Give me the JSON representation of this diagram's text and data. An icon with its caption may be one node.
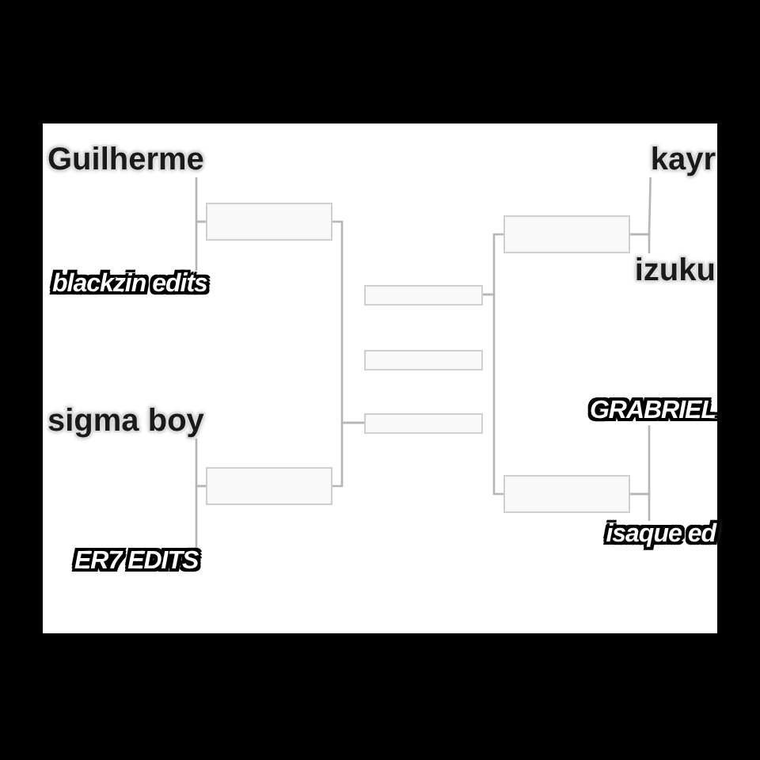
{
  "diagram": {
    "nodes": [
      {
        "text": [
          "Guilherme"
        ]
      },
      {
        "text": [
          "blackzin edits"
        ]
      },
      {
        "text": [
          "sigma boy"
        ]
      },
      {
        "text": [
          "ER7 EDITS"
        ]
      },
      {
        "text": [
          "kayr"
        ]
      },
      {
        "text": [
          "izuku"
        ]
      },
      {
        "text": [
          "GRABRIEL"
        ]
      },
      {
        "text": [
          "isaque ed"
        ]
      },
      {
        "text": [],
        "shape": "box"
      },
      {
        "text": [],
        "shape": "box"
      },
      {
        "text": [],
        "shape": "box"
      },
      {
        "text": [],
        "shape": "box"
      },
      {
        "text": [],
        "shape": "box"
      },
      {
        "text": [],
        "shape": "box"
      },
      {
        "text": [],
        "shape": "box"
      }
    ],
    "edges": [
      {
        "from": 0,
        "to": 8,
        "arrow": "none"
      },
      {
        "from": 1,
        "to": 8,
        "arrow": "none"
      },
      {
        "from": 2,
        "to": 9,
        "arrow": "none"
      },
      {
        "from": 3,
        "to": 9,
        "arrow": "none"
      },
      {
        "from": 8,
        "to": 12,
        "arrow": "none"
      },
      {
        "from": 9,
        "to": 12,
        "arrow": "none"
      },
      {
        "from": 4,
        "to": 13,
        "arrow": "none"
      },
      {
        "from": 5,
        "to": 13,
        "arrow": "none"
      },
      {
        "from": 6,
        "to": 14,
        "arrow": "none"
      },
      {
        "from": 7,
        "to": 14,
        "arrow": "none"
      },
      {
        "from": 13,
        "to": 10,
        "arrow": "none"
      },
      {
        "from": 14,
        "to": 10,
        "arrow": "none"
      }
    ]
  }
}
